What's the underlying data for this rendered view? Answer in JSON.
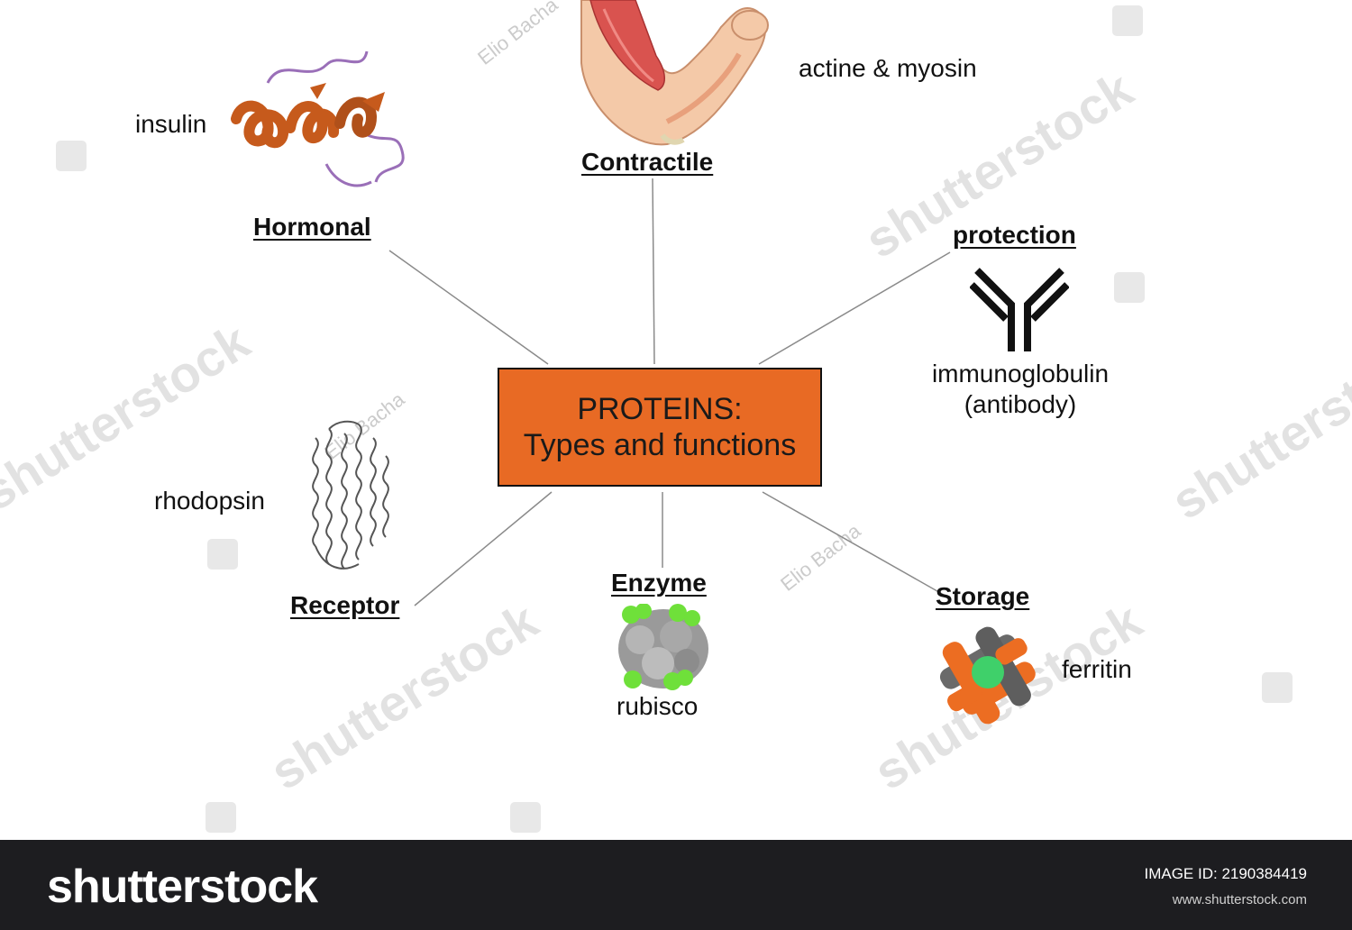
{
  "center": {
    "line1": "PROTEINS:",
    "line2": "Types and functions"
  },
  "categories": {
    "hormonal": {
      "label": "Hormonal",
      "example": "insulin"
    },
    "contractile": {
      "label": "Contractile",
      "example": "actine & myosin"
    },
    "protection": {
      "label": "protection",
      "example_line1": "immunoglobulin",
      "example_line2": "(antibody)"
    },
    "receptor": {
      "label": "Receptor",
      "example": "rhodopsin"
    },
    "enzyme": {
      "label": "Enzyme",
      "example": "rubisco"
    },
    "storage": {
      "label": "Storage",
      "example": "ferritin"
    }
  },
  "watermarks": {
    "text": "shutterstock",
    "credit": "Elio Bacha"
  },
  "footer": {
    "brand": "shutterstock",
    "image_id": "IMAGE ID: 2190384419",
    "site": "www.shutterstock.com"
  },
  "colors": {
    "center_fill": "#e86a24",
    "insulin_orange": "#c65a1c",
    "insulin_purple": "#9a6fb8",
    "ferritin_orange": "#ec6d22",
    "ferritin_green": "#3fd06a",
    "rubisco_green": "#6fe03a"
  }
}
